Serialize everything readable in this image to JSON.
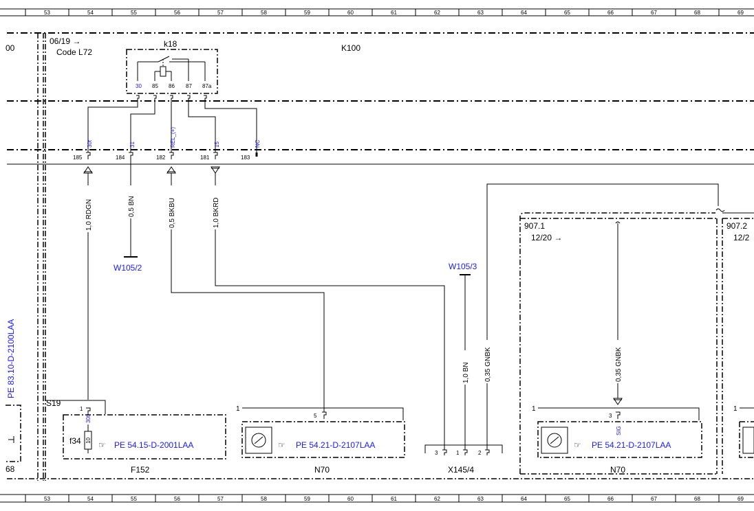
{
  "ruler": {
    "numbers": [
      "53",
      "54",
      "55",
      "56",
      "57",
      "58",
      "59",
      "60",
      "61",
      "62",
      "63",
      "64",
      "65",
      "66",
      "67",
      "68",
      "69"
    ]
  },
  "left_block": {
    "code_ref": "06/19 →",
    "code": "Code L72",
    "partial_id": "00",
    "vertical_ref": "PE 83.10-D-2100LAA",
    "bottom_partial": "68"
  },
  "relay": {
    "id": "k18",
    "pins": [
      "30",
      "85",
      "86",
      "87",
      "87a"
    ]
  },
  "module": {
    "id": "K100",
    "connector_pins": [
      {
        "num": "185",
        "signal": "30t"
      },
      {
        "num": "184",
        "signal": "31"
      },
      {
        "num": "182",
        "signal": "REL_(+)"
      },
      {
        "num": "181",
        "signal": "15"
      },
      {
        "num": "183",
        "signal": "NC"
      }
    ]
  },
  "wires": [
    {
      "label": "1,0 RDGN"
    },
    {
      "label": "0,5 BN"
    },
    {
      "label": "0,5 BKBU"
    },
    {
      "label": "1,0 BKRD"
    },
    {
      "label": "1,0 BN"
    },
    {
      "label": "0,35 GNBK"
    },
    {
      "label": "0,35 GNBK"
    }
  ],
  "grounds": {
    "w105_2": "W105/2",
    "w105_3": "W105/3"
  },
  "fuse": {
    "header": "S19",
    "pin": "1",
    "pin_signal": "30t",
    "fuse_id": "f34",
    "fuse_value": "10",
    "ref": "PE 54.15-D-2001LAA",
    "component": "F152"
  },
  "n70_a": {
    "left_pin": "1",
    "pin": "5",
    "ref": "PE 54.21-D-2107LAA",
    "component": "N70"
  },
  "connector_x145": {
    "pins": [
      "3",
      "1",
      "2"
    ],
    "component": "X145/4"
  },
  "box_907": {
    "id": "907.1",
    "date": "12/20 →",
    "left_pin": "1",
    "pin": "3",
    "pin_signal": "SIG",
    "ref": "PE 54.21-D-2107LAA",
    "component": "N70"
  },
  "box_907_right": {
    "id": "907.2",
    "date": "12/2",
    "left_pin": "1"
  }
}
